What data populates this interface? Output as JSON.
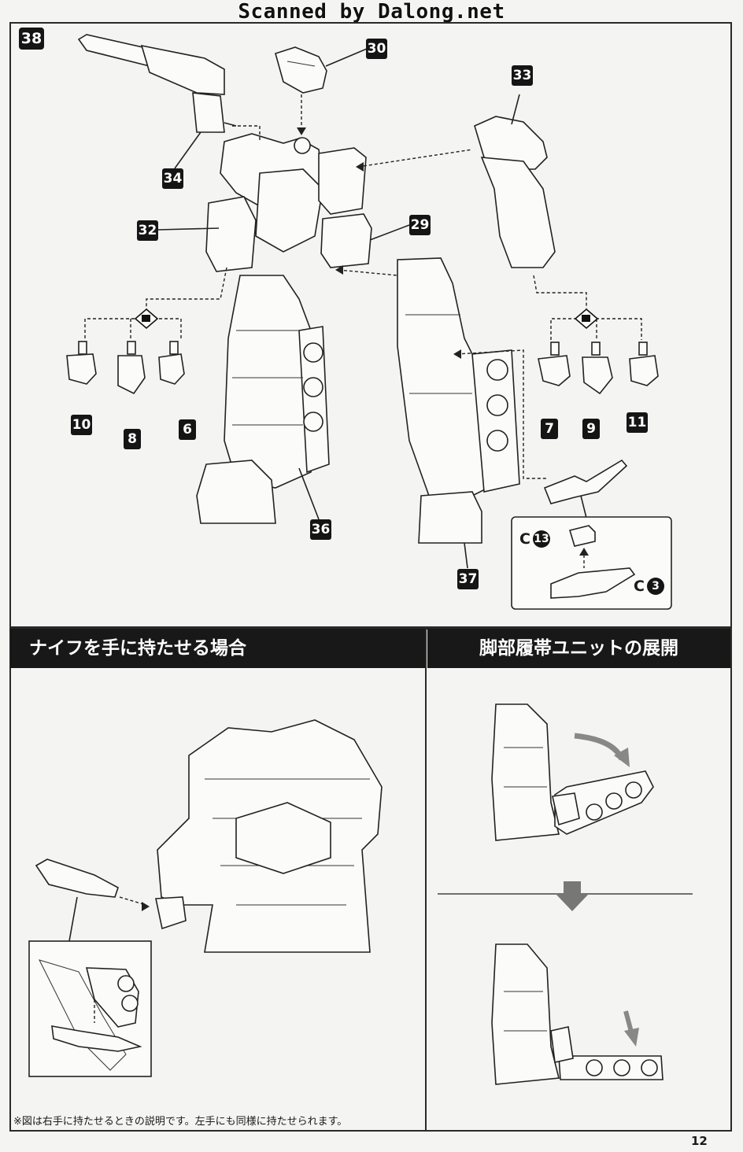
{
  "watermark": "Scanned by Dalong.net",
  "step": {
    "number": "38"
  },
  "parts": {
    "p30": "30",
    "p33": "33",
    "p34": "34",
    "p32": "32",
    "p29": "29",
    "p10": "10",
    "p8": "8",
    "p6": "6",
    "p7": "7",
    "p9": "9",
    "p11": "11",
    "p36": "36",
    "p37": "37"
  },
  "inset_refs": {
    "ref1": {
      "letter": "C",
      "number": "13"
    },
    "ref2": {
      "letter": "C",
      "number": "3"
    }
  },
  "sections": {
    "knife": {
      "title": "ナイフを手に持たせる場合"
    },
    "tracks": {
      "title": "脚部履帯ユニットの展開"
    }
  },
  "footnote": "※図は右手に持たせるときの説明です。左手にも同様に持たせられます。",
  "page_number": "12",
  "icons": {
    "joint": "diamond-joint-icon",
    "down_arrow": "down-arrow-icon",
    "rotate_arrow": "curved-arrow-icon"
  }
}
